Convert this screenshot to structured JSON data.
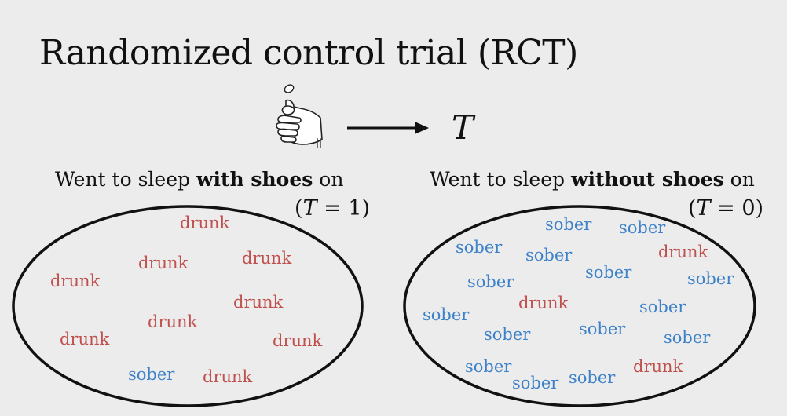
{
  "title": "Randomized control trial (RCT)",
  "treatment_symbol": "T",
  "icons": {
    "hand": "coin-flip-hand-icon",
    "arrow": "right-arrow-icon"
  },
  "colors": {
    "drunk": "#c0504d",
    "sober": "#3d82c9"
  },
  "groups": [
    {
      "label_pre": "Went to sleep ",
      "label_bold": "with shoes",
      "label_post": " on",
      "t_symbol": "T",
      "t_eq": " = 1)",
      "t_open": "(",
      "words": [
        "drunk",
        "drunk",
        "drunk",
        "drunk",
        "drunk",
        "drunk",
        "drunk",
        "drunk",
        "sober",
        "drunk"
      ]
    },
    {
      "label_pre": "Went to sleep ",
      "label_bold": "without shoes",
      "label_post": " on",
      "t_symbol": "T",
      "t_eq": " = 0)",
      "t_open": "(",
      "words": [
        "sober",
        "sober",
        "sober",
        "sober",
        "drunk",
        "sober",
        "sober",
        "sober",
        "drunk",
        "sober",
        "sober",
        "sober",
        "sober",
        "sober",
        "sober",
        "sober",
        "sober",
        "drunk"
      ]
    }
  ]
}
